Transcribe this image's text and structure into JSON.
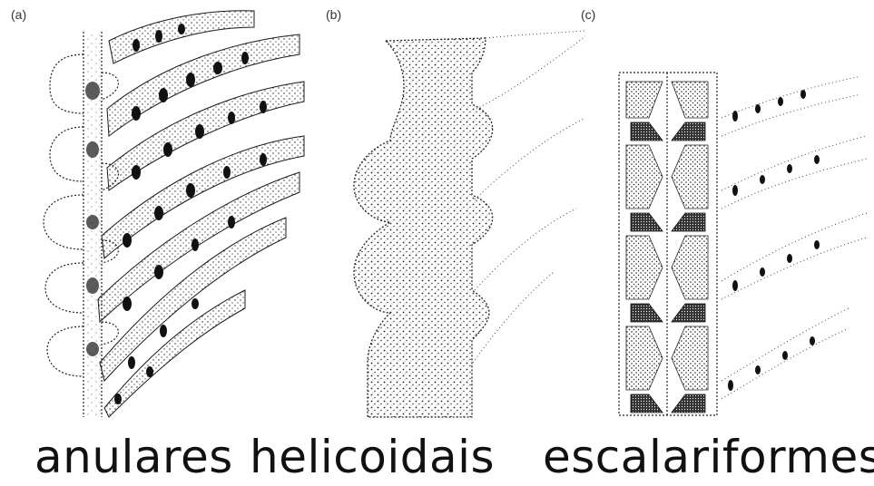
{
  "panels": [
    {
      "label": "(a)",
      "caption": "anulares"
    },
    {
      "label": "(b)",
      "caption": "helicoidais"
    },
    {
      "label": "(c)",
      "caption": "escalariformes"
    }
  ],
  "colors": {
    "ink": "#1a1a1a",
    "paper": "#ffffff"
  }
}
